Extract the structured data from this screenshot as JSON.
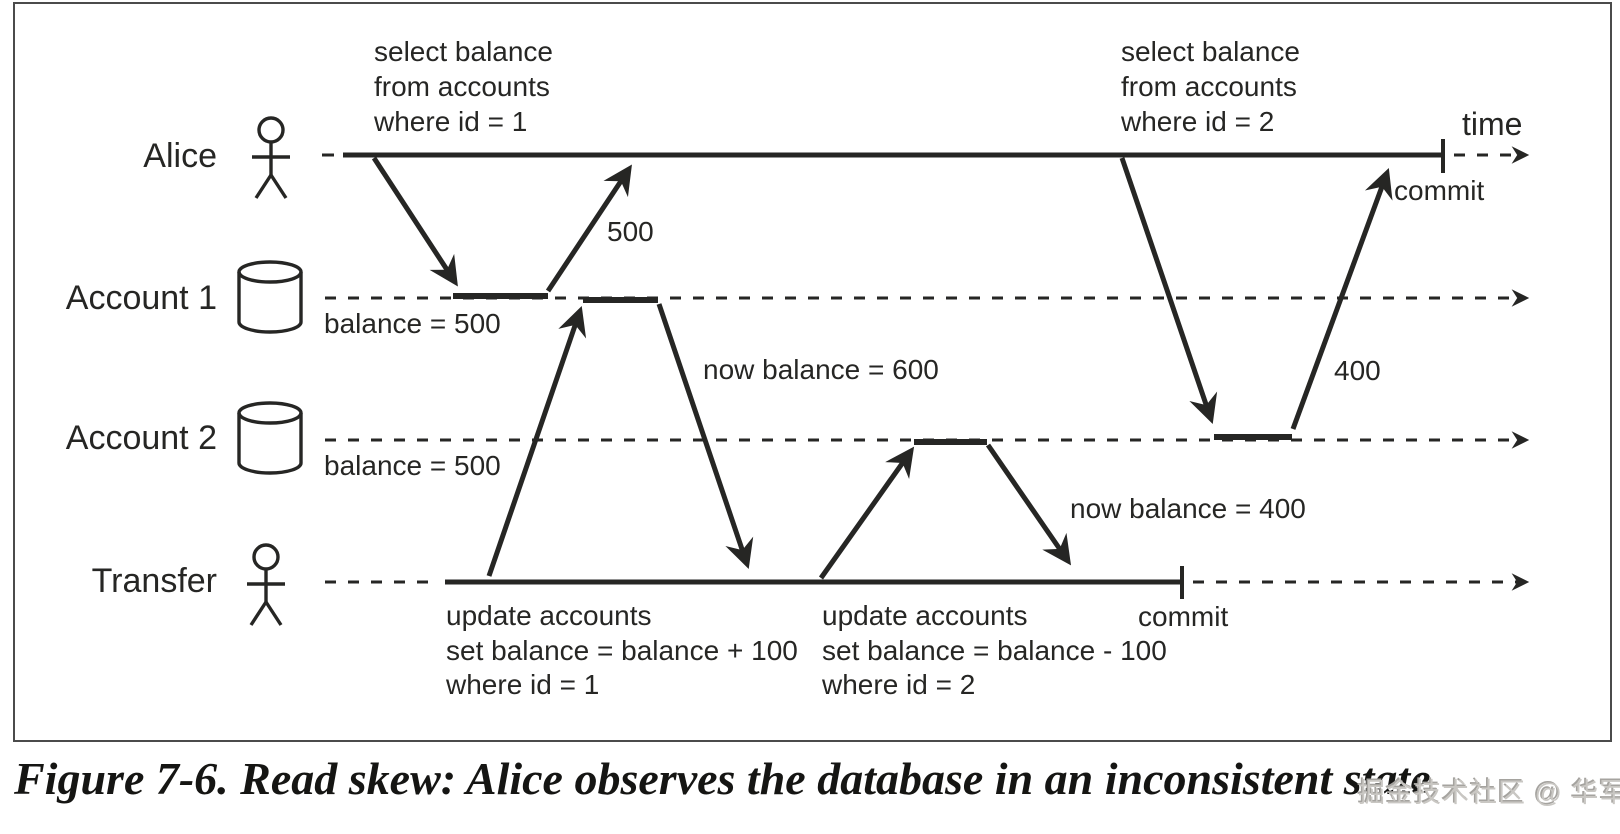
{
  "figure": {
    "time_axis_label": "time",
    "lanes": [
      {
        "id": "alice",
        "label": "Alice",
        "icon": "person-icon"
      },
      {
        "id": "account-1",
        "label": "Account 1",
        "icon": "database-icon",
        "state_label": "balance = 500"
      },
      {
        "id": "account-2",
        "label": "Account 2",
        "icon": "database-icon",
        "state_label": "balance = 500"
      },
      {
        "id": "transfer",
        "label": "Transfer",
        "icon": "person-icon"
      }
    ],
    "annotations": {
      "alice_query_1_lines": [
        "select balance",
        "from accounts",
        "where id = 1"
      ],
      "alice_query_1_result": "500",
      "alice_query_2_lines": [
        "select balance",
        "from accounts",
        "where id = 2"
      ],
      "alice_query_2_result": "400",
      "alice_commit_label": "commit",
      "transfer_update_1_lines": [
        "update accounts",
        "set balance = balance + 100",
        "where id = 1"
      ],
      "transfer_update_1_result": "now balance = 600",
      "transfer_update_2_lines": [
        "update accounts",
        "set balance = balance - 100",
        "where id = 2"
      ],
      "transfer_update_2_result": "now balance = 400",
      "transfer_commit_label": "commit"
    }
  },
  "caption": "Figure 7-6. Read skew: Alice observes the database in an inconsistent state",
  "watermark": "掘金技术社区 @ 华军",
  "colors": {
    "ink": "#262624",
    "frame": "#4b4b4b",
    "watermark_gray": "#c9c7c3"
  }
}
